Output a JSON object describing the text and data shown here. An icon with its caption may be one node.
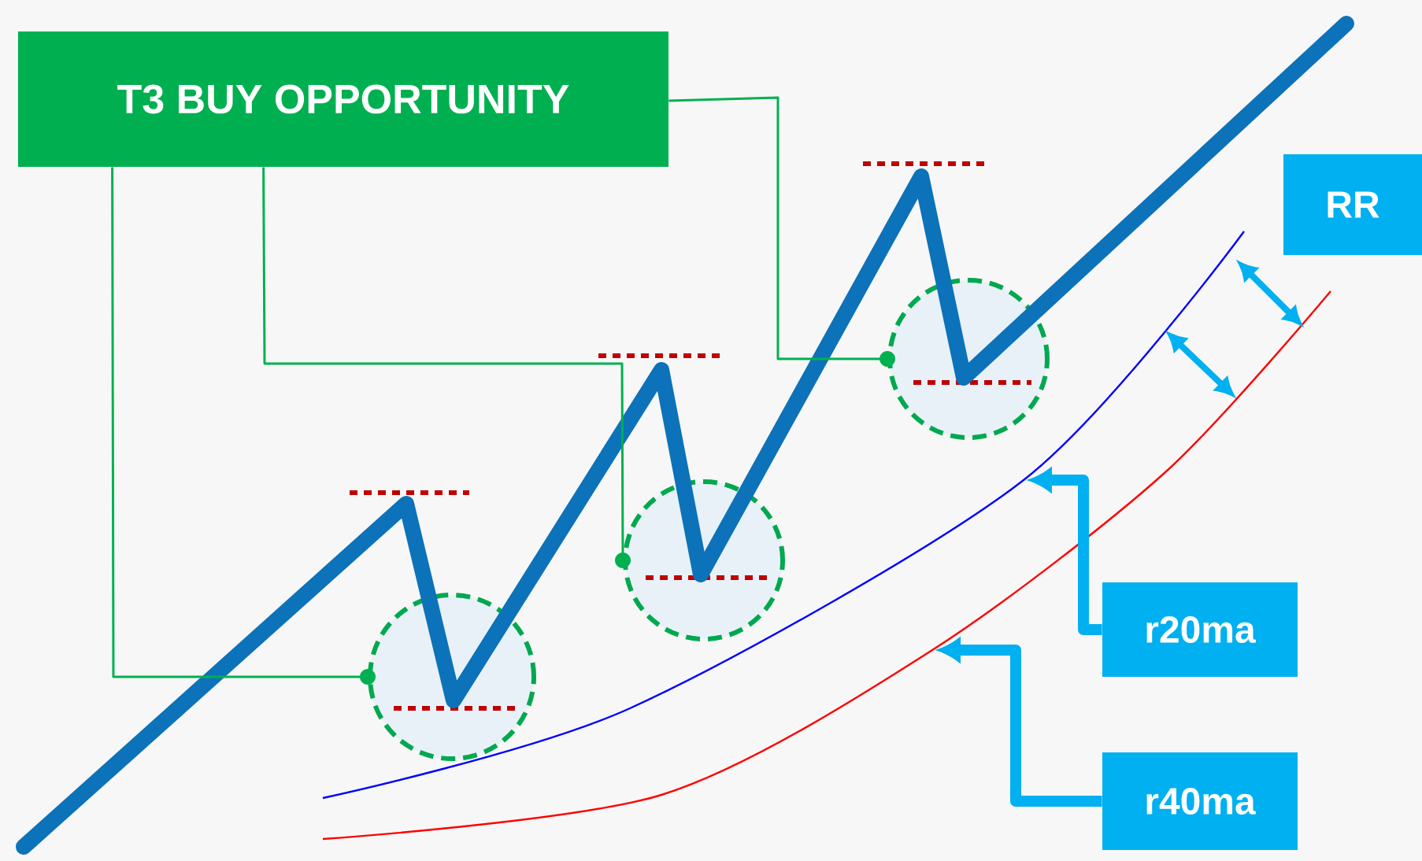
{
  "diagram": {
    "nodes": [
      {
        "text": [
          "T3 BUY OPPORTUNITY"
        ]
      },
      {
        "text": [],
        "shape": "circle"
      },
      {
        "text": [],
        "shape": "circle"
      },
      {
        "text": [],
        "shape": "circle"
      },
      {
        "text": [
          "RR"
        ]
      },
      {
        "text": [
          "r20ma"
        ]
      },
      {
        "text": [
          "r40ma"
        ]
      }
    ],
    "edges": [
      {
        "from": 0,
        "to": 1,
        "arrow": "other"
      },
      {
        "from": 0,
        "to": 2,
        "arrow": "other"
      },
      {
        "from": 0,
        "to": 3,
        "arrow": "other"
      },
      {
        "from": 5,
        "to": null,
        "arrow": "to",
        "style": "thick",
        "color": "#00b0f0"
      },
      {
        "from": 6,
        "to": null,
        "arrow": "to",
        "style": "thick",
        "color": "#00b0f0"
      }
    ]
  }
}
